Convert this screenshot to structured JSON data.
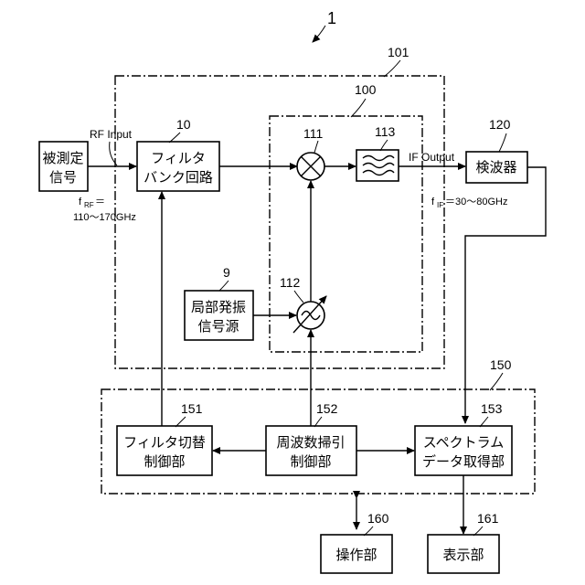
{
  "figure": {
    "ref_number": "1",
    "refs": {
      "r101": "101",
      "r100": "100",
      "r10": "10",
      "r111": "111",
      "r113": "113",
      "r120": "120",
      "r9": "9",
      "r112": "112",
      "r150": "150",
      "r151": "151",
      "r152": "152",
      "r153": "153",
      "r160": "160",
      "r161": "161"
    },
    "blocks": {
      "dut_line1": "被測定",
      "dut_line2": "信号",
      "filter_bank_line1": "フィルタ",
      "filter_bank_line2": "バンク回路",
      "detector": "検波器",
      "local_osc_line1": "局部発振",
      "local_osc_line2": "信号源",
      "filter_switch_line1": "フィルタ切替",
      "filter_switch_line2": "制御部",
      "freq_sweep_line1": "周波数掃引",
      "freq_sweep_line2": "制御部",
      "spectrum_line1": "スペクトラム",
      "spectrum_line2": "データ取得部",
      "operation": "操作部",
      "display": "表示部"
    },
    "signals": {
      "rf_input": "RF Input",
      "if_output": "IF Output",
      "frf_prefix": "f",
      "frf_sub": "RF",
      "frf_eq": "＝",
      "frf_range": "110～170GHz",
      "fif_prefix": "f",
      "fif_sub": "IF",
      "fif_value": "＝30～80GHz"
    }
  }
}
